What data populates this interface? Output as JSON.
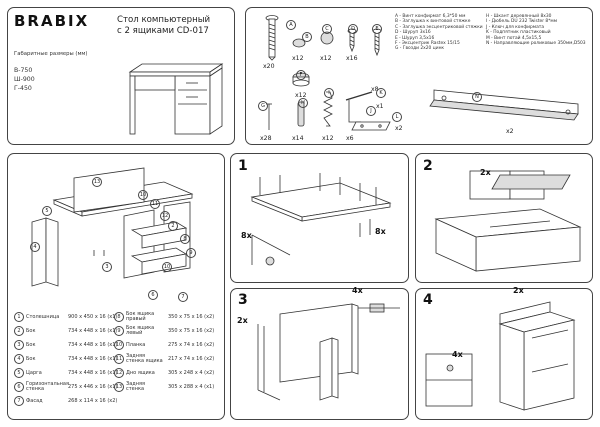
{
  "header": {
    "brand": "BRABIX",
    "title_line1": "Стол компьютерный",
    "title_line2": "с 2 ящиками CD-017",
    "dims_caption": "Габаритные размеры (мм)",
    "dim_h": "В-750",
    "dim_w": "Ш-900",
    "dim_d": "Г-450"
  },
  "hardware": {
    "items": [
      {
        "id": "A",
        "count": "x20"
      },
      {
        "id": "B",
        "count": "x12"
      },
      {
        "id": "C",
        "count": "x12"
      },
      {
        "id": "D",
        "count": "x16"
      },
      {
        "id": "E",
        "count": "x8"
      },
      {
        "id": "F",
        "count": "x12"
      },
      {
        "id": "G",
        "count": "x28"
      },
      {
        "id": "H",
        "count": "x14"
      },
      {
        "id": "I",
        "count": "x12"
      },
      {
        "id": "J",
        "count": "x6"
      },
      {
        "id": "K",
        "count": "x1"
      },
      {
        "id": "L",
        "count": "x2"
      },
      {
        "id": "N",
        "count": "x2"
      }
    ],
    "legend": [
      "A - Винт конфирмат 6,3*50 мм",
      "B - Заглушка к винтовой стяжке",
      "C - Заглушка эксцентриковой стяжки",
      "D - Шуруп 3х16",
      "E - Шуруп 3,5х16",
      "F - Эксцентрик Rastex 15/15",
      "G - Гвозди 2х20 цинк",
      "H - Шкант деревянный 8х30",
      "I - Дюбель DU 232 Twister 8*мм",
      "J - Ключ для конфирмата",
      "K - Подпятник пластиковый",
      "M - Винт потай 4,5х15,5",
      "N - Направляющие роликовые 350мм,D503"
    ]
  },
  "steps": {
    "s1": "1",
    "s2": "2",
    "s3": "3",
    "s4": "4",
    "s1_qty": "8x",
    "s1_qty2": "8x",
    "s2_qty": "2x",
    "s3_qty": "4x",
    "s3_qty2": "2x",
    "s4_qty": "4x",
    "s4_qty2": "2x"
  },
  "parts": [
    {
      "n": "1",
      "name": "Столешница",
      "size": "900 x 450 x 16 (x1)"
    },
    {
      "n": "2",
      "name": "Бок",
      "size": "734 x 448 x 16 (x1)"
    },
    {
      "n": "3",
      "name": "Бок",
      "size": "734 x 448 x 16 (x1)"
    },
    {
      "n": "4",
      "name": "Бок",
      "size": "734 x 448 x 16 (x1)"
    },
    {
      "n": "5",
      "name": "Царга",
      "size": "734 x 448 x 16 (x1)"
    },
    {
      "n": "6",
      "name": "Горизонтальная стенка",
      "size": "275 x 446 x 16 (x1)"
    },
    {
      "n": "7",
      "name": "Фасад",
      "size": "268 x 114 x 16 (x2)"
    },
    {
      "n": "8",
      "name": "Бок ящика правый",
      "size": "350 x 75 x 16 (x2)"
    },
    {
      "n": "9",
      "name": "Бок ящика левый",
      "size": "350 x 75 x 16 (x2)"
    },
    {
      "n": "10",
      "name": "Планка",
      "size": "275 x 74 x 16 (x2)"
    },
    {
      "n": "11",
      "name": "Задняя стенка ящика",
      "size": "217 x 74 x 16 (x2)"
    },
    {
      "n": "12",
      "name": "Дно ящика",
      "size": "305 x 248 x 4 (x2)"
    },
    {
      "n": "13",
      "name": "Задняя стенка",
      "size": "305 x 288 x 4 (x1)"
    }
  ]
}
